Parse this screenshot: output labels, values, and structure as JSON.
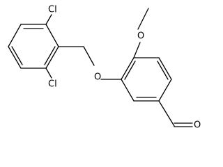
{
  "molecule": {
    "atoms": {
      "cl_top": "Cl",
      "cl_bottom": "Cl",
      "o_ether": "O",
      "o_methoxy": "O",
      "o_aldehyde": "O"
    },
    "colors": {
      "bond": "#000000",
      "text": "#000000",
      "background": "#ffffff"
    }
  }
}
